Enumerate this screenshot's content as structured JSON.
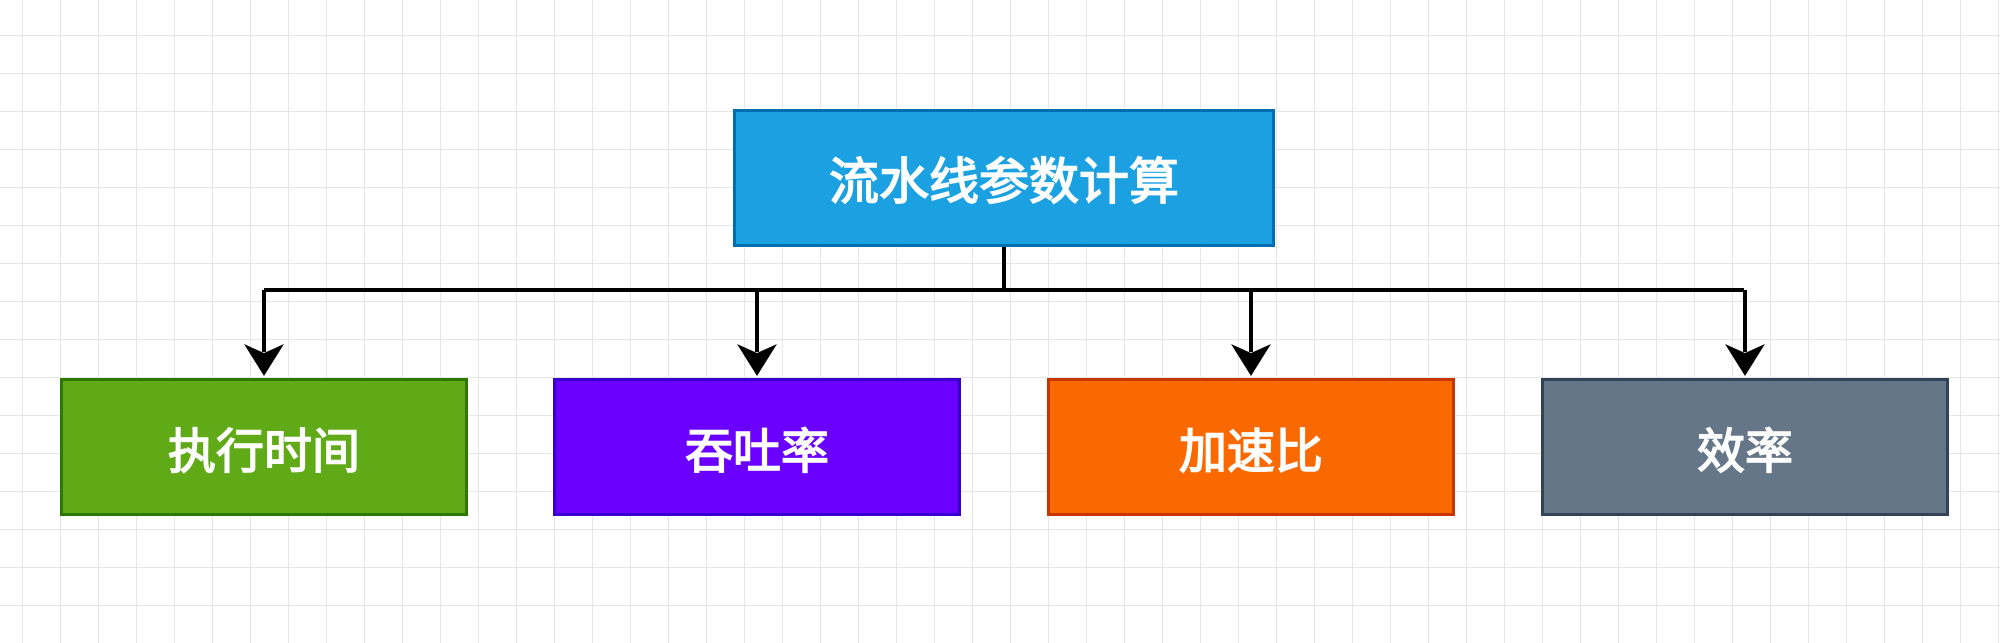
{
  "diagram": {
    "root": {
      "label": "流水线参数计算",
      "fill": "#1ba1e2",
      "stroke": "#006eaf"
    },
    "children": [
      {
        "label": "执行时间",
        "fill": "#60a917",
        "stroke": "#2d7600"
      },
      {
        "label": "吞吐率",
        "fill": "#6a00ff",
        "stroke": "#3700cc"
      },
      {
        "label": "加速比",
        "fill": "#fa6800",
        "stroke": "#c73500"
      },
      {
        "label": "效率",
        "fill": "#647687",
        "stroke": "#314354"
      }
    ],
    "connector_color": "#000000"
  }
}
